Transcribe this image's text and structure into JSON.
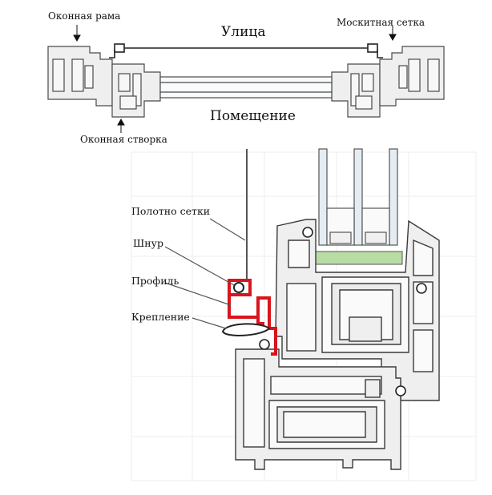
{
  "top_view": {
    "window_frame_label": "Оконная рама",
    "mosquito_net_label": "Москитная сетка",
    "street_label": "Улица",
    "room_label": "Помещение",
    "window_sash_label": "Оконная створка"
  },
  "section_view": {
    "net_fabric_label": "Полотно сетки",
    "cord_label": "Шнур",
    "profile_label": "Профиль",
    "mounting_label": "Крепление"
  },
  "colors": {
    "profile_red": "#d8141c",
    "profile_fill": "#efefef",
    "outline": "#3a3a3a",
    "glass_fill": "#e4edf2",
    "seal_fill": "#b9dca4"
  }
}
